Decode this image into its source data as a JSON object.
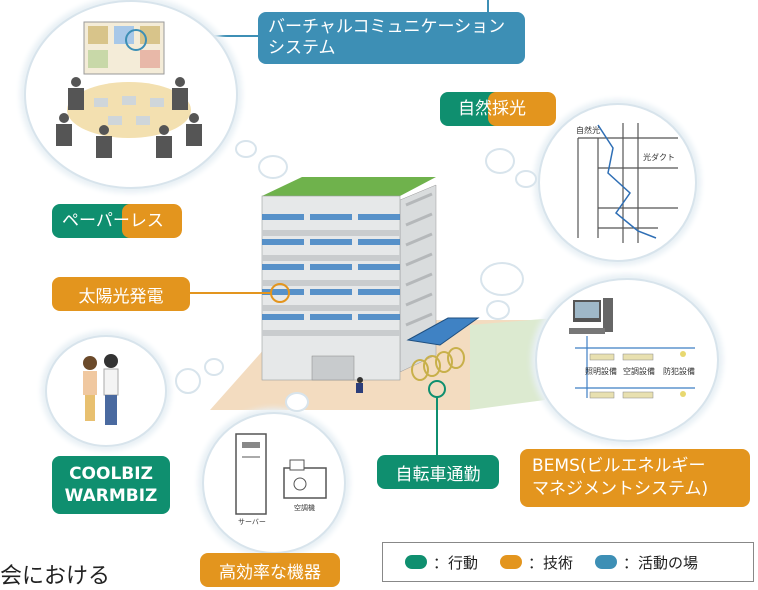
{
  "labels": {
    "virtual": "バーチャルコミュニケーションシステム",
    "virtual_line1": "バーチャルコミュニケーション",
    "virtual_line2": "システム",
    "paperless": "ペーパーレス",
    "shizen": "自然採光",
    "solar": "太陽光発電",
    "coolbiz": "COOLBIZ",
    "warmbiz": "WARMBIZ",
    "bicycle": "自転車通勤",
    "bems_line1": "BEMS(ビルエネルギー",
    "bems_line2": "マネジメントシステム)",
    "kikou": "高効率な機器"
  },
  "daylight_diagram": {
    "shizenkou": "自然光",
    "hikari_duct": "光ダクト"
  },
  "bems_diagram": {
    "shoumei": "照明設備",
    "kuuchou": "空調設備",
    "bouhan": "防犯設備"
  },
  "equipment": {
    "server": "サーバー",
    "aircon": "空調機"
  },
  "legend": [
    {
      "color": "#0f8f6f",
      "text": "：行動"
    },
    {
      "color": "#e3951e",
      "text": "：技術"
    },
    {
      "color": "#3d8fb5",
      "text": "：活動の場"
    }
  ],
  "bottom_text": "会における",
  "colors": {
    "action": "#0f8f6f",
    "technology": "#e3951e",
    "place": "#3d8fb5"
  }
}
